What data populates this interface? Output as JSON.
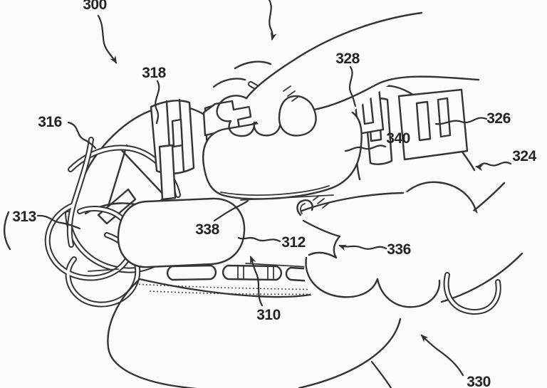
{
  "figure": {
    "paper_color": "#fbfbf9",
    "ink_color": "#343434",
    "labels": [
      {
        "text": "300",
        "arrow": true,
        "cropped": "top"
      },
      {
        "text": "310",
        "arrow": true
      },
      {
        "text": "312",
        "arrow": false
      },
      {
        "text": "313",
        "arrow": false
      },
      {
        "text": "316",
        "arrow": false
      },
      {
        "text": "318",
        "arrow": false
      },
      {
        "text": "324",
        "arrow": true
      },
      {
        "text": "326",
        "arrow": false
      },
      {
        "text": "328",
        "arrow": false
      },
      {
        "text": "330",
        "arrow": true
      },
      {
        "text": "336",
        "arrow": true
      },
      {
        "text": "338",
        "arrow": false
      },
      {
        "text": "340",
        "arrow": false
      }
    ],
    "cropped_leaders": [
      "top-center-arrow",
      "bottom-center-leader"
    ],
    "drawing_elements": [
      "pressing-hand-top",
      "pointing-hand-bottom",
      "ear-cup-left",
      "ear-cup-right",
      "connector-collar-left",
      "connector-collar-right",
      "scissor-clip-mechanism",
      "cushion-pad-upper",
      "cushion-pad-lower",
      "wire-loop",
      "slotted-base-plate",
      "dome-base",
      "strap-loop"
    ]
  }
}
